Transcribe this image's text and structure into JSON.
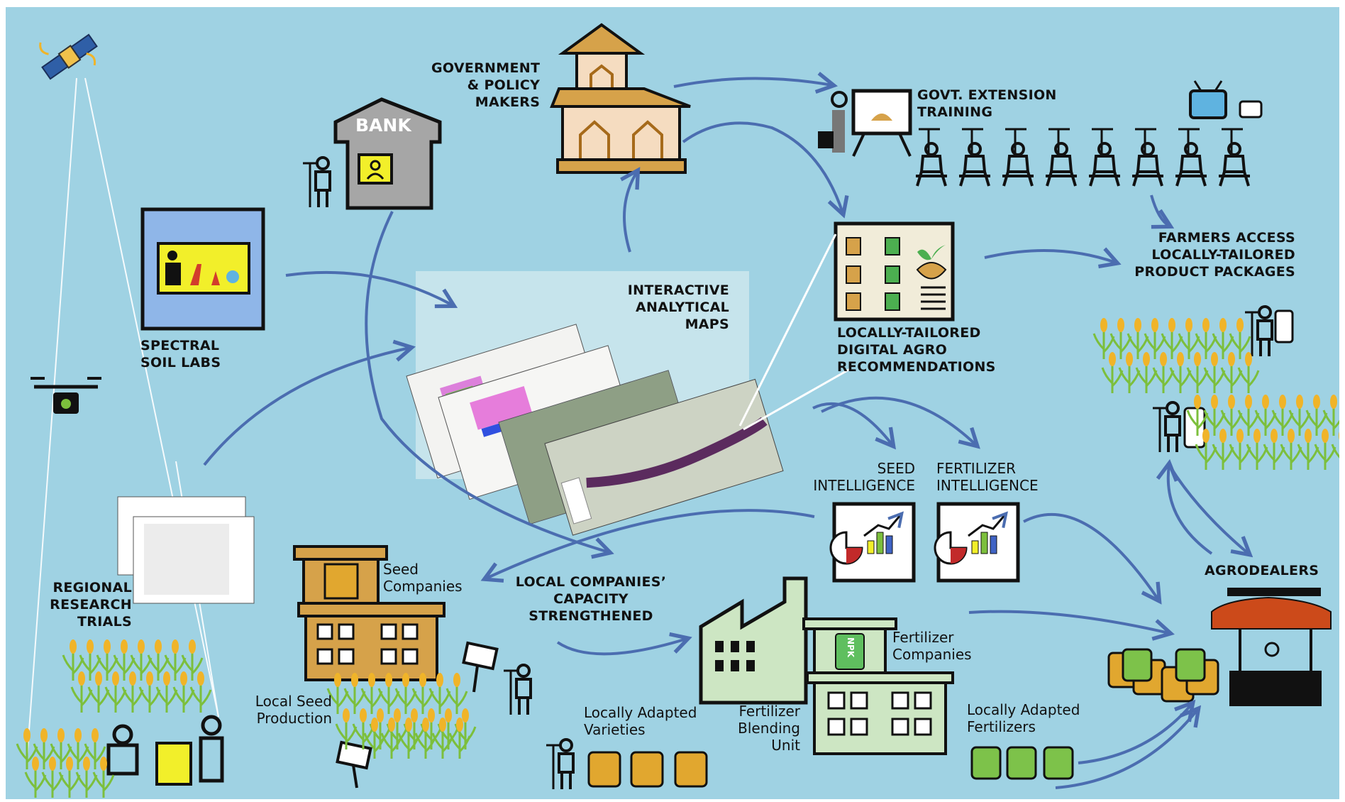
{
  "labels": {
    "government": [
      "GOVERNMENT",
      "& POLICY",
      "MAKERS"
    ],
    "bank": "BANK",
    "govt_extension": [
      "GOVT. EXTENSION",
      "TRAINING"
    ],
    "farmers_access": [
      "FARMERS ACCESS",
      "LOCALLY-TAILORED",
      "PRODUCT PACKAGES"
    ],
    "spectral_soil_labs": [
      "SPECTRAL",
      "SOIL LABS"
    ],
    "interactive_maps": [
      "INTERACTIVE",
      "ANALYTICAL",
      "MAPS"
    ],
    "digital_agro": [
      "LOCALLY-TAILORED",
      "DIGITAL  AGRO",
      "RECOMMENDATIONS"
    ],
    "seed_intelligence": [
      "SEED",
      "INTELLIGENCE"
    ],
    "fertilizer_intelligence": [
      "FERTILIZER",
      "INTELLIGENCE"
    ],
    "agrodealers": "AGRODEALERS",
    "regional_trials": [
      "REGIONAL",
      "RESEARCH",
      "TRIALS"
    ],
    "seed_companies": [
      "Seed",
      "Companies"
    ],
    "local_companies": [
      "LOCAL COMPANIES’",
      "CAPACITY",
      "STRENGTHENED"
    ],
    "local_seed_production": [
      "Local Seed",
      "Production"
    ],
    "locally_adapted_varieties": [
      "Locally Adapted",
      "Varieties"
    ],
    "fertilizer_blending": [
      "Fertilizer",
      "Blending",
      "Unit"
    ],
    "fertilizer_companies": [
      "Fertilizer",
      "Companies"
    ],
    "locally_adapted_fertilizers": [
      "Locally Adapted",
      "Fertilizers"
    ],
    "npk": "NPK"
  },
  "colors": {
    "background": "#9fd2e3",
    "arrow": "#4b6db0",
    "building_gold": "#d6a24a",
    "building_cream": "#f5dcc0",
    "bank_gray": "#a6a6a6",
    "green_building": "#cde6c3",
    "yellow": "#f2ef2a",
    "maize_green": "#7cbf3c",
    "maize_gold": "#f0b429",
    "awning_red": "#cc4a1a"
  },
  "icons": [
    "satellite-icon",
    "drone-icon",
    "bank-icon",
    "government-building-icon",
    "lab-icon",
    "projector-icon",
    "tv-icon",
    "radio-icon",
    "phone-icon",
    "farmer-icon",
    "seed-company-icon",
    "factory-icon",
    "market-stall-icon",
    "seed-bag-icon",
    "chart-icon",
    "maize-icon",
    "signpost-icon",
    "clipboard-icon"
  ]
}
